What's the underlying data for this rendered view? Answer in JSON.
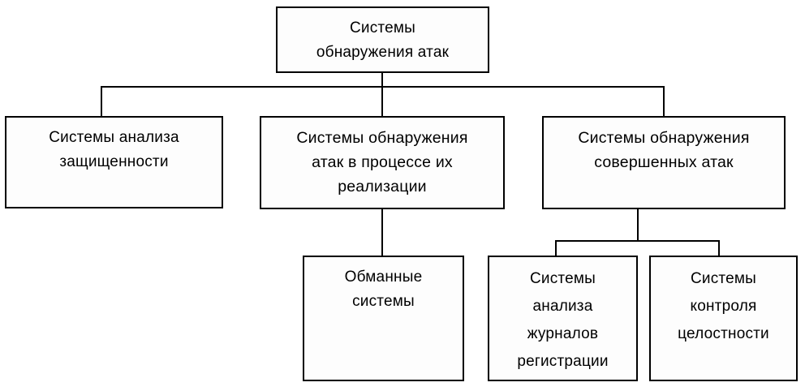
{
  "diagram": {
    "type": "tree-hierarchy",
    "title": "Системы обнаружения атак",
    "orientation": "top-down",
    "colors": {
      "border": "#000000",
      "box_fill": "#fdfdfd",
      "text": "#000000",
      "background": "#ffffff"
    },
    "nodes": {
      "root": {
        "label": "Системы\nобнаружения атак",
        "level": 0
      },
      "vulnerability_analysis": {
        "label": "Системы анализа\nзащищенности",
        "level": 1
      },
      "realtime_detection": {
        "label": "Системы обнаружения\nатак в процессе их\nреализации",
        "level": 1
      },
      "post_detection": {
        "label": "Системы обнаружения\nсовершенных атак",
        "level": 1
      },
      "decoy_systems": {
        "label": "Обманные\nсистемы",
        "level": 2
      },
      "log_analysis": {
        "label": "Системы\nанализа\nжурналов\nрегистрации",
        "level": 2
      },
      "integrity_control": {
        "label": "Системы\nконтроля\nцелостности",
        "level": 2
      }
    },
    "edges": [
      {
        "from": "root",
        "to": "vulnerability_analysis"
      },
      {
        "from": "root",
        "to": "realtime_detection"
      },
      {
        "from": "root",
        "to": "post_detection"
      },
      {
        "from": "realtime_detection",
        "to": "decoy_systems"
      },
      {
        "from": "post_detection",
        "to": "log_analysis"
      },
      {
        "from": "post_detection",
        "to": "integrity_control"
      }
    ]
  }
}
